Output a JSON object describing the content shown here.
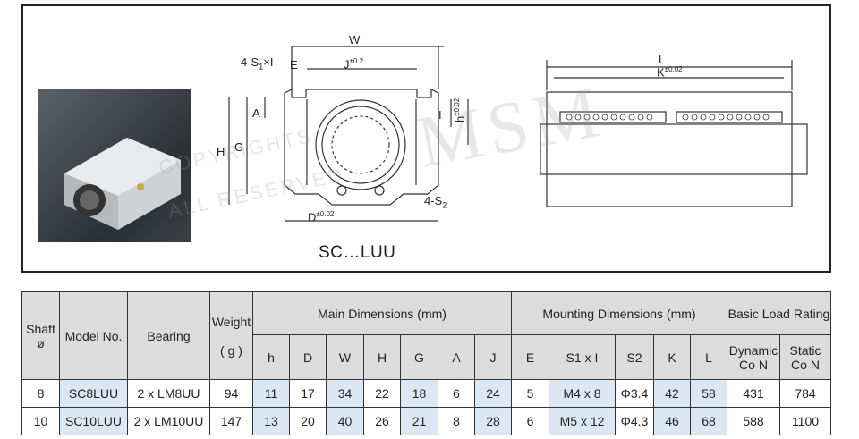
{
  "drawing": {
    "series_label": "SC…LUU",
    "dims": {
      "W": "W",
      "E": "E",
      "S1": "4-S",
      "S1_sub": "1",
      "S1_x": "×I",
      "J": "J",
      "J_tol": "±0.2",
      "A": "A",
      "H": "H",
      "G": "G",
      "I": "I",
      "h": "h",
      "h_tol": "±0.02",
      "D": "D",
      "D_tol": "±0.02",
      "S2": "4-S",
      "S2_sub": "2",
      "L": "L",
      "K": "K",
      "K_tol": "±0.02"
    },
    "watermark": "MSM",
    "watermark_copy": "COPYRIGHTS",
    "watermark_reserved": "ALL RESERVED"
  },
  "table": {
    "h_shaft": "Shaft",
    "h_shaft2": "ø",
    "h_model": "Model No.",
    "h_bearing": "Bearing",
    "h_weight": "Weight",
    "h_weight2": "( g )",
    "h_main": "Main Dimensions (mm)",
    "h_mount": "Mounting Dimensions (mm)",
    "h_load": "Basic Load Rating",
    "sub": [
      "h",
      "D",
      "W",
      "H",
      "G",
      "A",
      "J",
      "E",
      "S1 x I",
      "S2",
      "K",
      "L"
    ],
    "h_dyn": "Dynamic",
    "h_dyn2": "Co N",
    "h_static": "Static",
    "h_static2": "Co N",
    "rows": [
      [
        "8",
        "SC8LUU",
        "2 x LM8UU",
        "94",
        "11",
        "17",
        "34",
        "22",
        "18",
        "6",
        "24",
        "5",
        "M4 x 8",
        "Φ3.4",
        "42",
        "58",
        "431",
        "784"
      ],
      [
        "10",
        "SC10LUU",
        "2 x LM10UU",
        "147",
        "13",
        "20",
        "40",
        "26",
        "21",
        "8",
        "28",
        "6",
        "M5 x 12",
        "Φ4.3",
        "46",
        "68",
        "588",
        "1100"
      ]
    ]
  }
}
